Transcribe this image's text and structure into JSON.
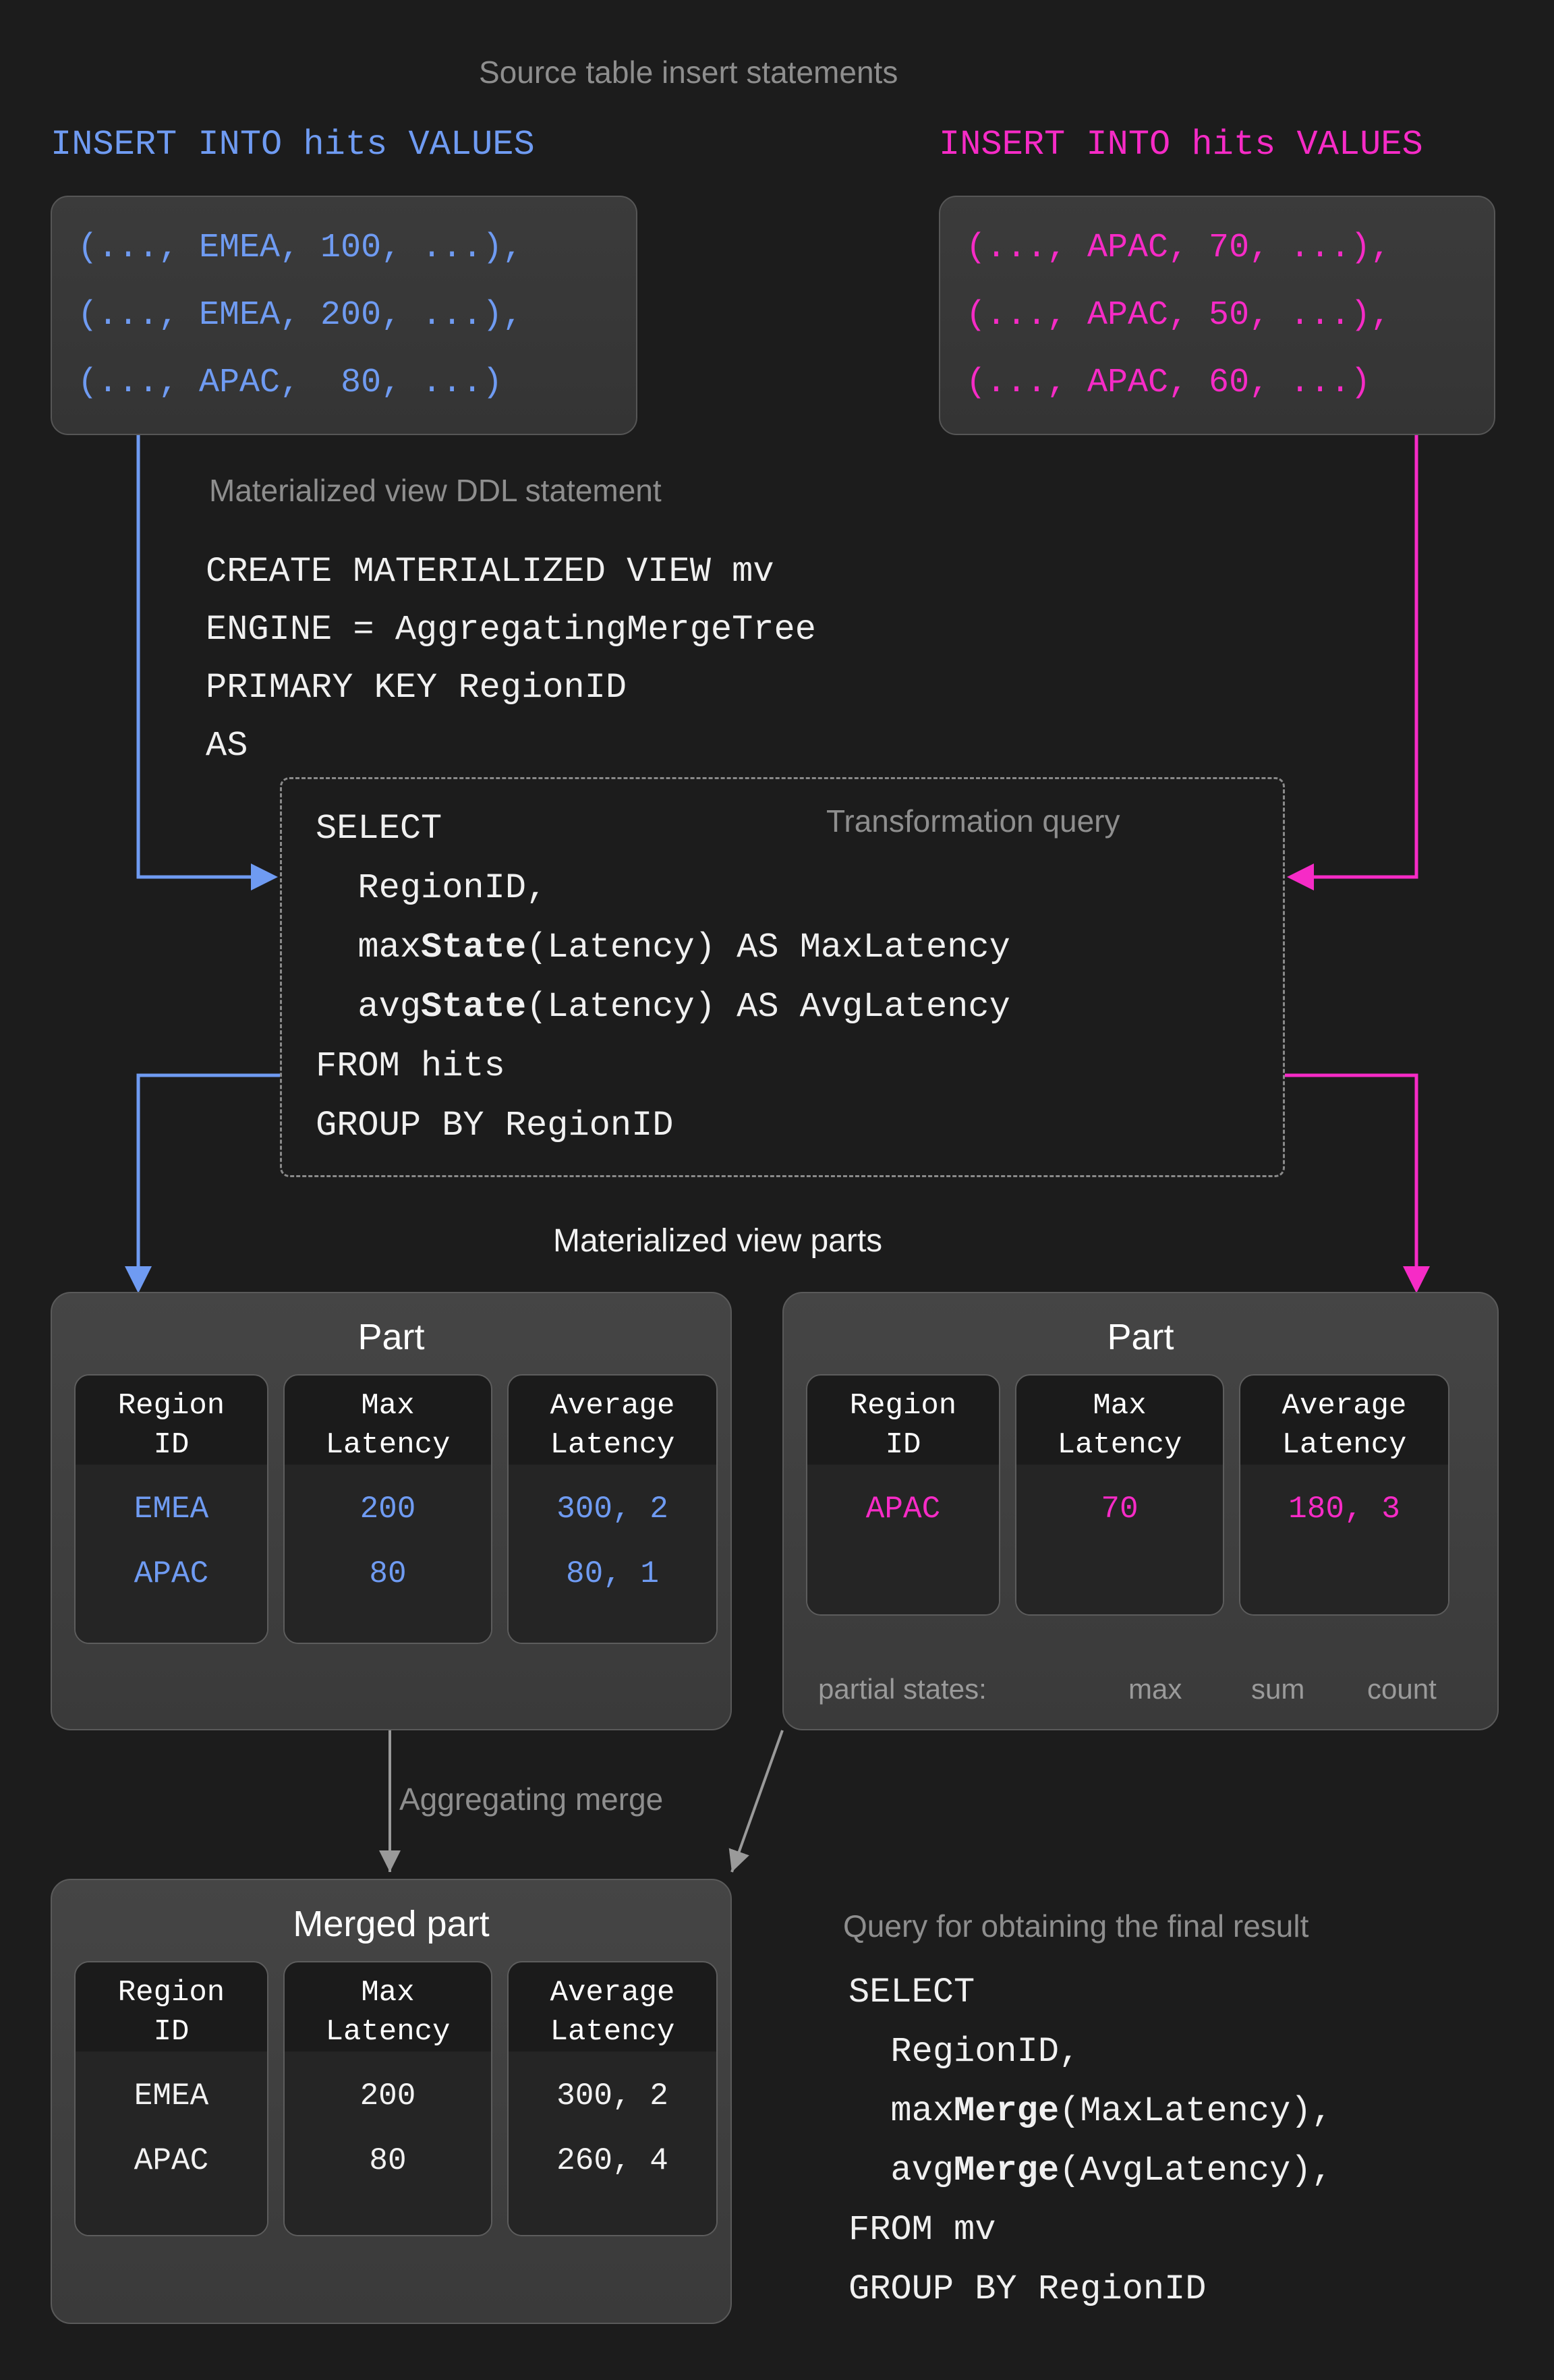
{
  "colors": {
    "background": "#1c1c1c",
    "blue": "#6f9bf2",
    "pink": "#f62bc6",
    "gray_label": "#8e8e8e",
    "white": "#f2f2f2",
    "card_bg": "#3a3a3a",
    "cell_bg": "#252525"
  },
  "headings": {
    "source_inserts": "Source table insert statements",
    "mv_ddl": "Materialized view DDL statement",
    "transformation_query": "Transformation query",
    "mv_parts": "Materialized view parts",
    "aggregating_merge": "Aggregating merge",
    "final_query": "Query for obtaining the final result"
  },
  "inserts": {
    "left": {
      "header": "INSERT INTO hits VALUES",
      "color": "#6f9bf2",
      "rows": [
        "(..., EMEA, 100, ...),",
        "(..., EMEA, 200, ...),",
        "(..., APAC,  80, ...)"
      ]
    },
    "right": {
      "header": "INSERT INTO hits VALUES",
      "color": "#f62bc6",
      "rows": [
        "(..., APAC, 70, ...),",
        "(..., APAC, 50, ...),",
        "(..., APAC, 60, ...)"
      ]
    }
  },
  "ddl": {
    "lines": [
      "CREATE MATERIALIZED VIEW mv",
      "ENGINE = AggregatingMergeTree",
      "PRIMARY KEY RegionID",
      "AS"
    ]
  },
  "transformation": {
    "line_select": "SELECT",
    "line_regionid": "  RegionID,",
    "line_max_prefix": "  max",
    "line_max_bold": "State",
    "line_max_suffix": "(Latency) AS MaxLatency",
    "line_avg_prefix": "  avg",
    "line_avg_bold": "State",
    "line_avg_suffix": "(Latency) AS AvgLatency",
    "line_from": "FROM hits",
    "line_group": "GROUP BY RegionID"
  },
  "parts": {
    "left": {
      "title": "Part",
      "columns": [
        {
          "header": "Region\nID",
          "values": [
            "EMEA",
            "APAC"
          ]
        },
        {
          "header": "Max\nLatency",
          "values": [
            "200",
            "80"
          ]
        },
        {
          "header": "Average\nLatency",
          "values": [
            "300, 2",
            "80, 1"
          ]
        }
      ],
      "value_color": "#6f9bf2"
    },
    "right": {
      "title": "Part",
      "columns": [
        {
          "header": "Region\nID",
          "values": [
            "APAC"
          ]
        },
        {
          "header": "Max\nLatency",
          "values": [
            "70"
          ]
        },
        {
          "header": "Average\nLatency",
          "values": [
            "180, 3"
          ]
        }
      ],
      "value_color": "#f62bc6",
      "annotation": {
        "label": "partial states:",
        "max": "max",
        "sum": "sum",
        "count": "count"
      }
    },
    "merged": {
      "title": "Merged part",
      "columns": [
        {
          "header": "Region\nID",
          "values": [
            "EMEA",
            "APAC"
          ]
        },
        {
          "header": "Max\nLatency",
          "values": [
            "200",
            "80"
          ]
        },
        {
          "header": "Average\nLatency",
          "values": [
            "300, 2",
            "260, 4"
          ]
        }
      ],
      "value_color": "#f2f2f2"
    }
  },
  "final_query": {
    "line_select": "SELECT",
    "line_regionid": "  RegionID,",
    "line_max_prefix": "  max",
    "line_max_bold": "Merge",
    "line_max_suffix": "(MaxLatency),",
    "line_avg_prefix": "  avg",
    "line_avg_bold": "Merge",
    "line_avg_suffix": "(AvgLatency),",
    "line_from": "FROM mv",
    "line_group": "GROUP BY RegionID"
  }
}
